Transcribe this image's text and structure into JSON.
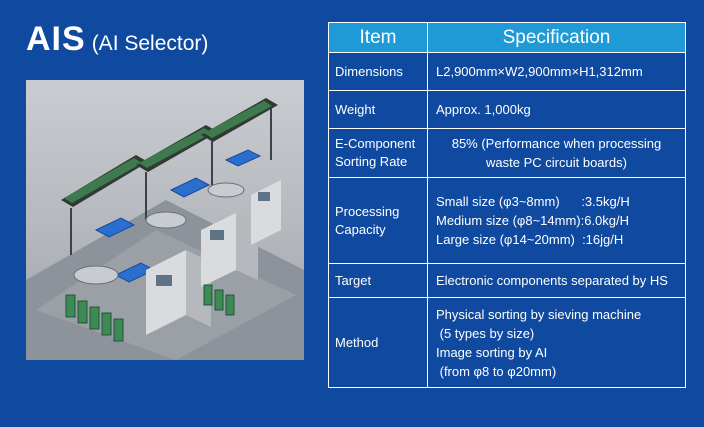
{
  "title": {
    "main": "AIS",
    "sub": "(AI Selector)"
  },
  "photo": {
    "alt_name": "ai-selector-machine-photo"
  },
  "table": {
    "headers": {
      "item": "Item",
      "spec": "Specification"
    },
    "dimensions": {
      "label": "Dimensions",
      "value": "L2,900mm×W2,900mm×H1,312mm"
    },
    "weight": {
      "label": "Weight",
      "value": "Approx. 1,000kg"
    },
    "ecs": {
      "label_line1": "E-Component",
      "label_line2": "Sorting Rate",
      "value_line1": "85% (Performance when processing",
      "value_line2": "waste PC circuit boards)"
    },
    "capacity": {
      "label_line1": "Processing",
      "label_line2": "Capacity",
      "lines": [
        "Small size (φ3~8mm)      :3.5kg/H",
        "Medium size (φ8~14mm):6.0kg/H",
        "Large size (φ14~20mm)  :16jg/H"
      ]
    },
    "target": {
      "label": "Target",
      "value": "Electronic components separated by HS"
    },
    "method": {
      "label": "Method",
      "lines": [
        "Physical sorting by sieving machine",
        " (5 types by size)",
        "Image sorting by AI",
        " (from φ8 to φ20mm)"
      ]
    }
  },
  "colors": {
    "background": "#0f4aa0",
    "header": "#1f9ad6",
    "text": "#ffffff"
  }
}
